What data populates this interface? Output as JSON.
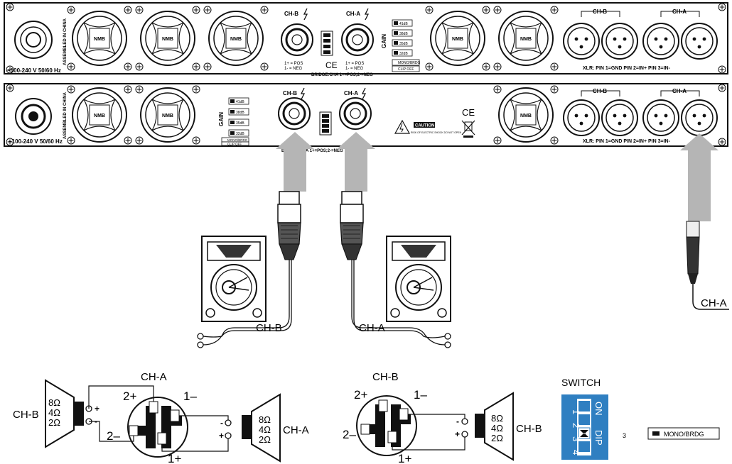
{
  "top_panel": {
    "power_label": "~100-240 V  50/60 Hz",
    "assembled": "ASSEMBLED IN CHINA",
    "chb": "CH-B",
    "cha": "CH-A",
    "pos": "1+ = POS",
    "neg": "1- = NEG",
    "bridge": "BRIDGE:CHA 1+=POS;2-=NEG",
    "gain": "GAIN",
    "gain_steps": [
      "41dB",
      "38dB",
      "35dB",
      "32dB"
    ],
    "mono": "MONO/BRDG",
    "clip": "CLIP OFF",
    "ce": "CE",
    "xlr_cha": "CH-A",
    "xlr_chb": "CH-B",
    "xlr_pins": "XLR: PIN 1=GND  PIN 2=IN+  PIN 3=IN-"
  },
  "bottom_panel": {
    "power_label": "~100-240 V  50/60 Hz",
    "assembled": "ASSEMBLED IN CHINA",
    "chb": "CH-B",
    "cha": "CH-A",
    "gain": "GAIN",
    "gain_steps": [
      "41dB",
      "38dB",
      "35dB",
      "32dB"
    ],
    "mono": "MONO/BRDG",
    "clip": "CLIP OFF",
    "bridge": "BRIDGE:CHA 1+=POS;2-=NEG",
    "caution": "CAUTION",
    "caution_sub": "RISK OF ELECTRIC SHOCK DO NOT OPEN",
    "ce": "CE",
    "xlr_chb": "CH-B",
    "xlr_cha": "CH-A",
    "xlr_pins": "XLR: PIN 1=GND  PIN 2=IN+  PIN 3=IN-"
  },
  "connection": {
    "speaker_left_label": "CH-B",
    "speaker_right_label": "CH-A",
    "xlr_cable_label": "CH-A"
  },
  "wiring_left": {
    "top": "CH-A",
    "left_spk": "CH-B",
    "right_spk": "CH-A",
    "imp": [
      "8Ω",
      "4Ω",
      "2Ω"
    ],
    "p2p": "2+",
    "p1m": "1–",
    "p2m": "2–",
    "p1p": "1+"
  },
  "wiring_middle": {
    "top": "CH-B",
    "spk": "CH-B",
    "imp": [
      "8Ω",
      "4Ω",
      "2Ω"
    ],
    "p2p": "2+",
    "p1m": "1–",
    "p2m": "2–",
    "p1p": "1+"
  },
  "switch": {
    "title": "SWITCH",
    "numbers": [
      "1",
      "2",
      "3",
      "4"
    ],
    "on": "ON",
    "dip": "DIP",
    "index": "3",
    "mode": "MONO/BRDG",
    "color": "#2f7fc1"
  }
}
